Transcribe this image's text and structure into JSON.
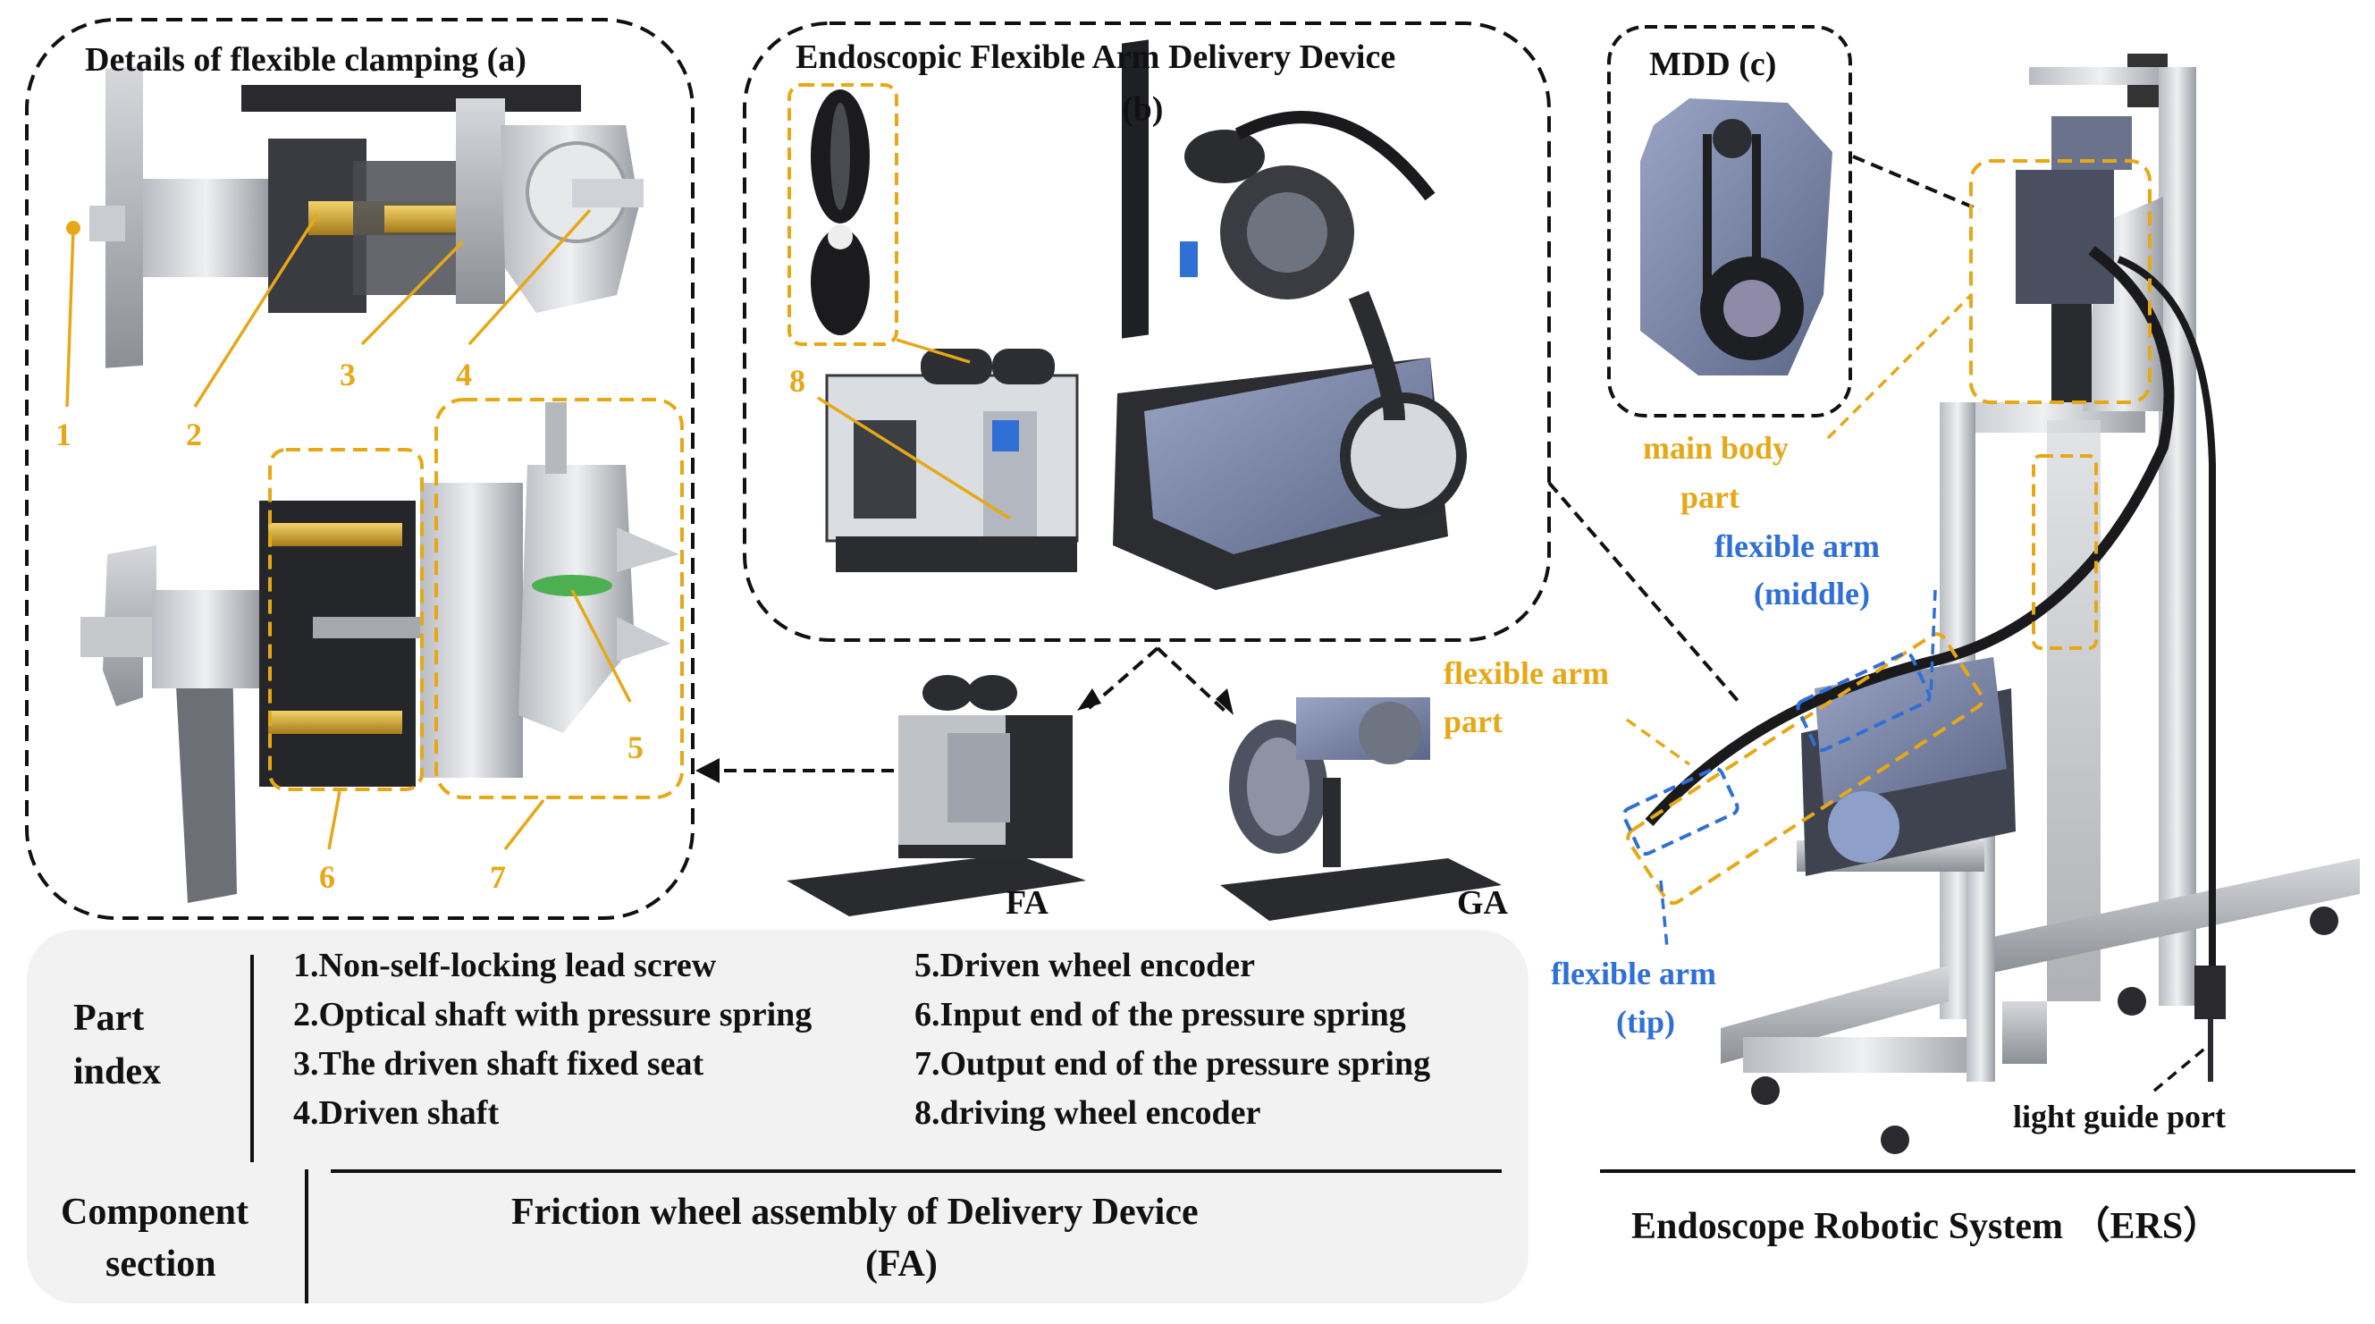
{
  "panels": {
    "a_title": "Details of flexible clamping (a)",
    "b_title": "Endoscopic Flexible Arm Delivery Device",
    "b_sub": "(b)",
    "c_title": "MDD (c)"
  },
  "numbers": [
    "1",
    "2",
    "3",
    "4",
    "5",
    "6",
    "7",
    "8"
  ],
  "devices": {
    "fa": "FA",
    "ga": "GA"
  },
  "ers_labels": {
    "main_body_1": "main body",
    "main_body_2": "part",
    "flex_middle_1": "flexible arm",
    "flex_middle_2": "(middle)",
    "flex_part_1": "flexible arm",
    "flex_part_2": "part",
    "flex_tip_1": "flexible arm",
    "flex_tip_2": "(tip)",
    "light_port": "light guide port",
    "system_title": "Endoscope Robotic System （ERS）"
  },
  "legend": {
    "part_index_1": "Part",
    "part_index_2": "index",
    "items": [
      "1.Non-self-locking lead screw",
      "2.Optical shaft with pressure spring",
      "3.The driven shaft fixed seat",
      "4.Driven shaft",
      "5.Driven wheel encoder",
      "6.Input end of the pressure spring",
      "7.Output end of the pressure spring",
      "8.driving wheel encoder"
    ],
    "component_1": "Component",
    "component_2": "section",
    "fa_title_1": "Friction wheel assembly of Delivery Device",
    "fa_title_2": "(FA)"
  },
  "colors": {
    "accent_yellow": "#e6a817",
    "accent_blue": "#2f6fd6",
    "dark": "#111111"
  }
}
